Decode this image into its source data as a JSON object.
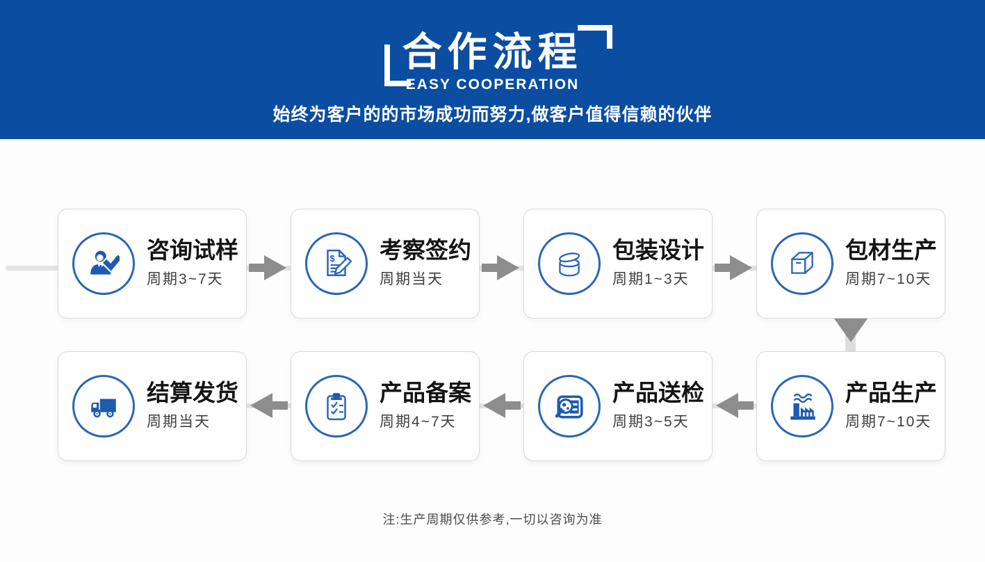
{
  "header": {
    "title": "合作流程",
    "subtitle": "EASY COOPERATION",
    "tagline": "始终为客户的的市场成功而努力,做客户值得信赖的伙伴",
    "background_color": "#0a4da1"
  },
  "steps": [
    {
      "order": 1,
      "title": "咨询试样",
      "cycle": "周期3~7天",
      "icon": "consult-person-check-icon"
    },
    {
      "order": 2,
      "title": "考察签约",
      "cycle": "周期当天",
      "icon": "contract-sign-icon"
    },
    {
      "order": 3,
      "title": "包装设计",
      "cycle": "周期1~3天",
      "icon": "cosmetic-jar-icon"
    },
    {
      "order": 4,
      "title": "包材生产",
      "cycle": "周期7~10天",
      "icon": "packaging-box-icon"
    },
    {
      "order": 5,
      "title": "产品生产",
      "cycle": "周期7~10天",
      "icon": "factory-icon"
    },
    {
      "order": 6,
      "title": "产品送检",
      "cycle": "周期3~5天",
      "icon": "inspection-magnifier-icon"
    },
    {
      "order": 7,
      "title": "产品备案",
      "cycle": "周期4~7天",
      "icon": "clipboard-checklist-icon"
    },
    {
      "order": 8,
      "title": "结算发货",
      "cycle": "周期当天",
      "icon": "delivery-truck-icon"
    }
  ],
  "footer": {
    "note": "注:生产周期仅供参考,一切以咨询为准"
  },
  "colors": {
    "banner_blue": "#0a4da1",
    "icon_blue": "#1e5ab0",
    "icon_ring_blue": "#2a66b8",
    "arrow_gray": "#8d8d8d",
    "connector_gray": "#e3e3e3",
    "card_border": "#d8d8d8",
    "title_text": "#141414",
    "cycle_text": "#3e3e3e",
    "note_text": "#4c4c4c"
  }
}
